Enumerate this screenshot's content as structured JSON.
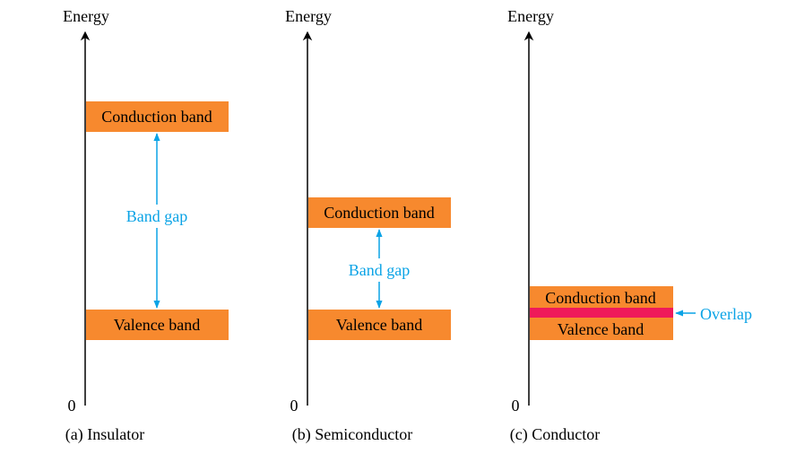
{
  "colors": {
    "band": "#f7892e",
    "overlap": "#ef1a5a",
    "gap_arrow": "#0aa3e6",
    "axis": "#000000"
  },
  "panels": [
    {
      "axis_label": "Energy",
      "zero_label": "0",
      "caption": "(a) Insulator",
      "conduction_label": "Conduction band",
      "valence_label": "Valence band",
      "gap_label": "Band gap"
    },
    {
      "axis_label": "Energy",
      "zero_label": "0",
      "caption": "(b) Semiconductor",
      "conduction_label": "Conduction band",
      "valence_label": "Valence band",
      "gap_label": "Band gap"
    },
    {
      "axis_label": "Energy",
      "zero_label": "0",
      "caption": "(c) Conductor",
      "conduction_label": "Conduction band",
      "valence_label": "Valence band",
      "overlap_label": "Overlap"
    }
  ]
}
